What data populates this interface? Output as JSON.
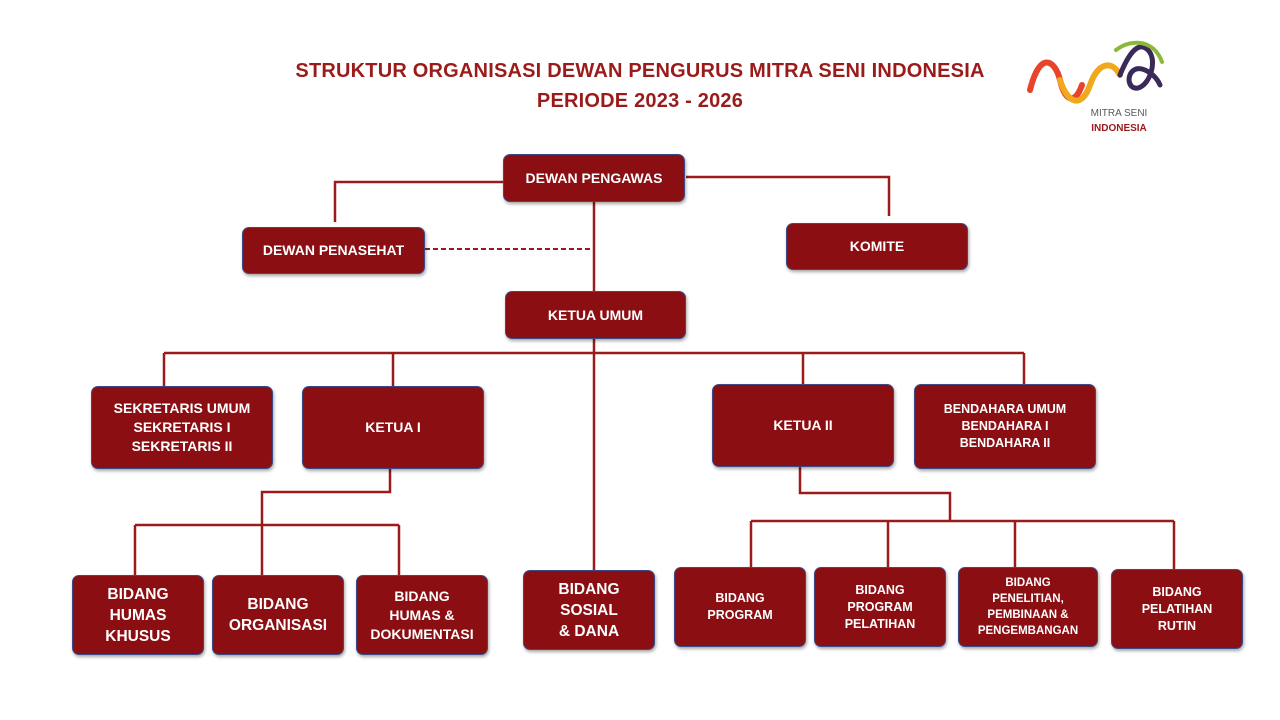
{
  "title": {
    "line1": "STRUKTUR ORGANISASI DEWAN PENGURUS MITRA SENI INDONESIA",
    "line2": "PERIODE 2023 - 2026"
  },
  "logo": {
    "name": "MITRA SENI",
    "country": "INDONESIA"
  },
  "colors": {
    "box_fill": "#8b0e12",
    "box_border": "#3c4a86",
    "line": "#9b1b1b",
    "title": "#9b1b1b"
  },
  "nodes": {
    "dewan_pengawas": "DEWAN PENGAWAS",
    "dewan_penasehat": "DEWAN PENASEHAT",
    "komite": "KOMITE",
    "ketua_umum": "KETUA UMUM",
    "sekretaris": [
      "SEKRETARIS UMUM",
      "SEKRETARIS I",
      "SEKRETARIS II"
    ],
    "ketua_1": "KETUA I",
    "ketua_2": "KETUA II",
    "bendahara": [
      "BENDAHARA UMUM",
      "BENDAHARA I",
      "BENDAHARA II"
    ],
    "bidang_humas_khusus": [
      "BIDANG",
      "HUMAS",
      "KHUSUS"
    ],
    "bidang_organisasi": [
      "BIDANG",
      "ORGANISASI"
    ],
    "bidang_humas_dok": [
      "BIDANG",
      "HUMAS &",
      "DOKUMENTASI"
    ],
    "bidang_sosial_dana": [
      "BIDANG",
      "SOSIAL",
      "& DANA"
    ],
    "bidang_program": [
      "BIDANG",
      "PROGRAM"
    ],
    "bidang_program_pelatihan": [
      "BIDANG",
      "PROGRAM",
      "PELATIHAN"
    ],
    "bidang_penelitian": [
      "BIDANG",
      "PENELITIAN,",
      "PEMBINAAN &",
      "PENGEMBANGAN"
    ],
    "bidang_pelatihan_rutin": [
      "BIDANG",
      "PELATIHAN",
      "RUTIN"
    ]
  }
}
